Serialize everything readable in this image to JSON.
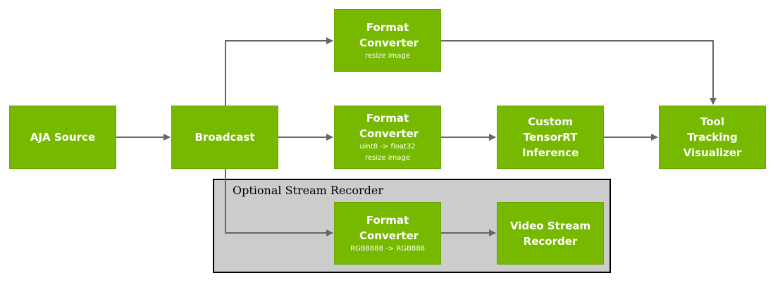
{
  "group": {
    "label": "Optional Stream Recorder"
  },
  "nodes": {
    "aja": {
      "title": "AJA Source"
    },
    "broadcast": {
      "title": "Broadcast"
    },
    "fc_top": {
      "title": "Format Converter",
      "sub": "resize image"
    },
    "fc_mid": {
      "title": "Format Converter",
      "sub1": "uint8 -> float32",
      "sub2": "resize image"
    },
    "trt": {
      "title": "Custom TensorRT Inference"
    },
    "viz": {
      "title": "Tool Tracking Visualizer"
    },
    "fc_bot": {
      "title": "Format Converter",
      "sub": "RGB8888 -> RGB888"
    },
    "rec": {
      "title": "Video Stream Recorder"
    }
  },
  "colors": {
    "node_fill": "#76b900",
    "node_text": "#ffffff",
    "edge": "#666666",
    "group_fill": "#cccccc",
    "group_border": "#000000"
  }
}
